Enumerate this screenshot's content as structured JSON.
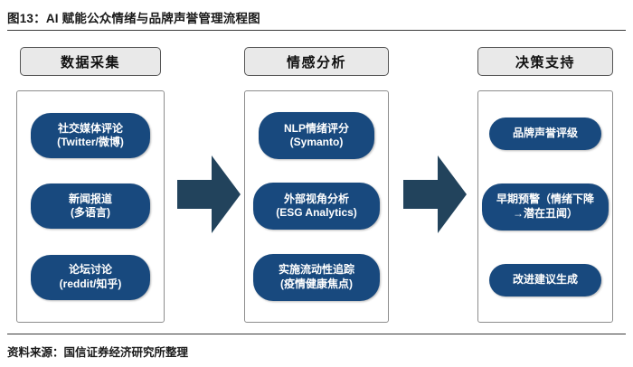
{
  "figure": {
    "title": "图13：AI 赋能公众情绪与品牌声誉管理流程图",
    "source": "资料来源：国信证券经济研究所整理"
  },
  "theme": {
    "node_fill": "#18497e",
    "node_text": "#ffffff",
    "header_fill": "#e9e9e9",
    "header_border": "#555555",
    "container_border": "#8d8d8d",
    "arrow_fill": "#22435c",
    "rule_color": "#3b3b3b",
    "page_background": "#ffffff"
  },
  "flow": {
    "columns": [
      {
        "id": "data-collection",
        "header": "数据采集",
        "nodes": [
          {
            "line1": "社交媒体评论",
            "line2": "(Twitter/微博)"
          },
          {
            "line1": "新闻报道",
            "line2": "(多语言)"
          },
          {
            "line1": "论坛讨论",
            "line2": "(reddit/知乎)"
          }
        ]
      },
      {
        "id": "sentiment-analysis",
        "header": "情感分析",
        "nodes": [
          {
            "line1": "NLP情绪评分",
            "line2": "(Symanto)"
          },
          {
            "line1": "外部视角分析",
            "line2": "(ESG Analytics)"
          },
          {
            "line1": "实施流动性追踪",
            "line2": "(疫情健康焦点)"
          }
        ]
      },
      {
        "id": "decision-support",
        "header": "决策支持",
        "nodes": [
          {
            "line1": "品牌声誉评级",
            "line2": ""
          },
          {
            "line1": "早期预警（情绪下降",
            "line2": "→潜在丑闻）"
          },
          {
            "line1": "改进建议生成",
            "line2": ""
          }
        ]
      }
    ],
    "connectors": [
      {
        "id": "arrow-1",
        "from": "data-collection",
        "to": "sentiment-analysis",
        "glyph": "right-arrow"
      },
      {
        "id": "arrow-2",
        "from": "sentiment-analysis",
        "to": "decision-support",
        "glyph": "right-arrow"
      }
    ]
  }
}
